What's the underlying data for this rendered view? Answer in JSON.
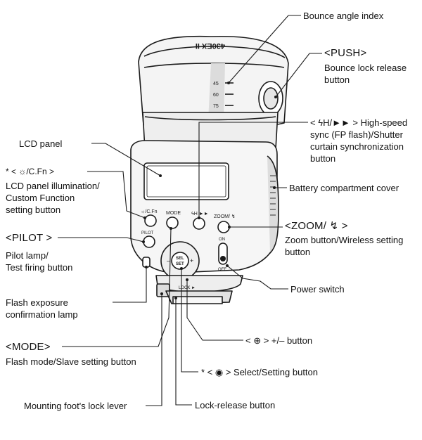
{
  "colors": {
    "ink": "#1a1a1a",
    "body_fill": "#f2f2f2",
    "shade": "#d4d4d4",
    "dark": "#555555"
  },
  "flash": {
    "model_text": "430EX II",
    "angle_marks": [
      "45",
      "60",
      "75"
    ],
    "buttons": {
      "cfn": "☼/C.Fn",
      "mode": "MODE",
      "highspeed": "ϟH ►►",
      "zoom": "ZOOM/ ↯",
      "pilot": "PILOT",
      "sel": "SEL",
      "set": "SET",
      "on": "ON",
      "off": "OFF",
      "lock": "LOCK ►"
    }
  },
  "labels": {
    "bounce_angle_index": "Bounce angle index",
    "push_title": "<PUSH>",
    "push_desc": "Bounce lock release\nbutton",
    "highspeed": "< ϟH/►► > High-speed\nsync (FP flash)/Shutter\ncurtain synchronization\nbutton",
    "lcd_panel": "LCD panel",
    "illum_key": "* < ☼/C.Fn >",
    "illum_desc": "LCD panel illumination/\nCustom Function\nsetting button",
    "battery": "Battery compartment cover",
    "zoom_title": "<ZOOM/ ↯ >",
    "zoom_desc": "Zoom button/Wireless setting\nbutton",
    "pilot_title": "<PILOT >",
    "pilot_desc": "Pilot lamp/\nTest firing button",
    "power": "Power switch",
    "flash_exposure": "Flash exposure\nconfirmation lamp",
    "dial": "< ⊕ > +/– button",
    "mode_title": "<MODE>",
    "mode_desc": "Flash mode/Slave setting button",
    "select": "* < ◉ > Select/Setting button",
    "foot_lock": "Mounting foot's lock lever",
    "lock_release": "Lock-release button"
  }
}
